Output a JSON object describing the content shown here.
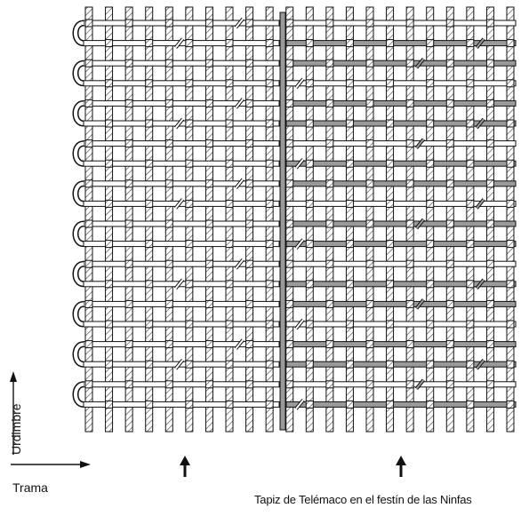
{
  "axis_labels": {
    "warp": "Urdimbre",
    "weft": "Trama"
  },
  "caption": "Tapiz de Telémaco en el festín de las Ninfas",
  "colors": {
    "ink": "#111111",
    "warp_hatch": "#555555",
    "weft_light": "#ffffff",
    "weft_dark": "#9a9a9a"
  },
  "markers": [
    "up-arrow-marker",
    "up-arrow-marker"
  ],
  "diagram": {
    "warp_threads": 22,
    "weft_rows": 20,
    "description_type": "tapestry weave structure (discontinuous wefts)"
  }
}
